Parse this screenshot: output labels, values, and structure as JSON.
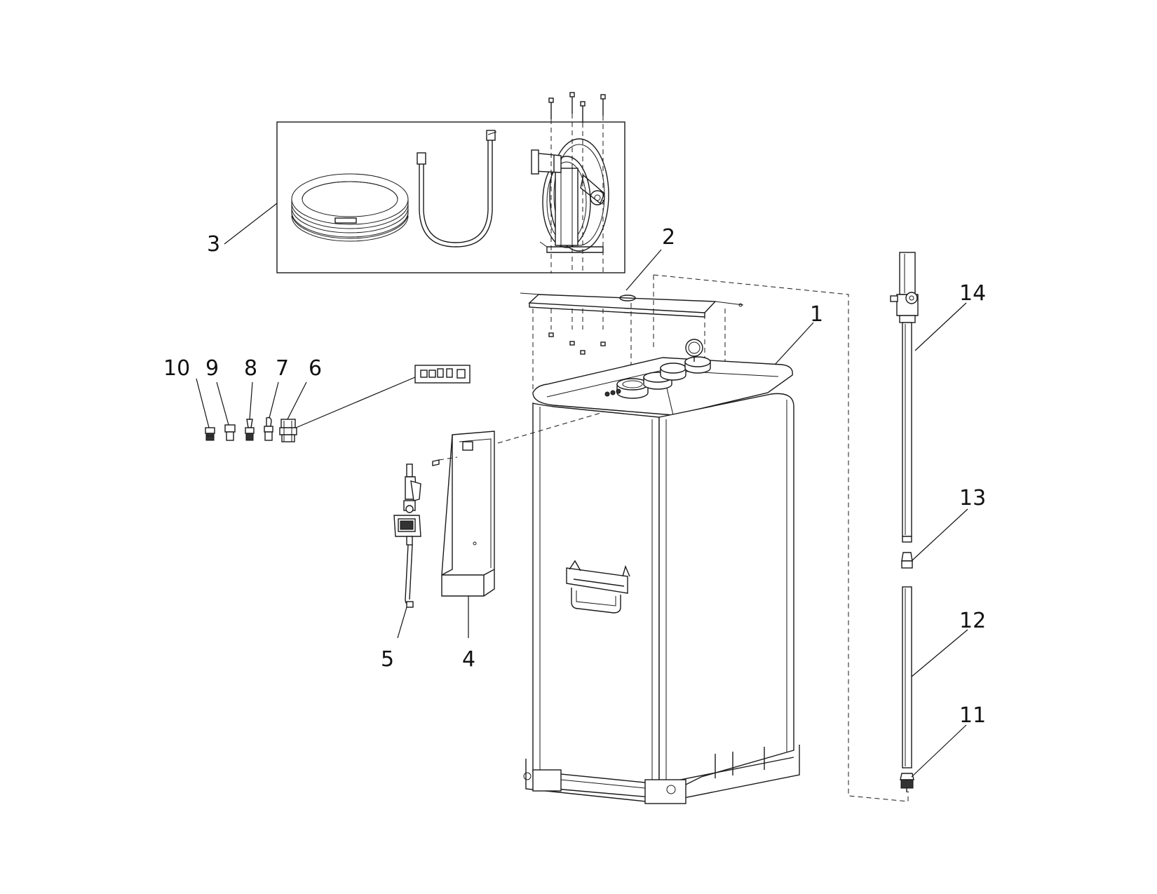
{
  "diagram": {
    "callouts": [
      {
        "id": "1",
        "label": "1"
      },
      {
        "id": "2",
        "label": "2"
      },
      {
        "id": "3",
        "label": "3"
      },
      {
        "id": "4",
        "label": "4"
      },
      {
        "id": "5",
        "label": "5"
      },
      {
        "id": "6",
        "label": "6"
      },
      {
        "id": "7",
        "label": "7"
      },
      {
        "id": "8",
        "label": "8"
      },
      {
        "id": "9",
        "label": "9"
      },
      {
        "id": "10",
        "label": "10"
      },
      {
        "id": "11",
        "label": "11"
      },
      {
        "id": "12",
        "label": "12"
      },
      {
        "id": "13",
        "label": "13"
      },
      {
        "id": "14",
        "label": "14"
      }
    ],
    "colors": {
      "line": "#1a1a1a",
      "background": "#ffffff"
    }
  }
}
